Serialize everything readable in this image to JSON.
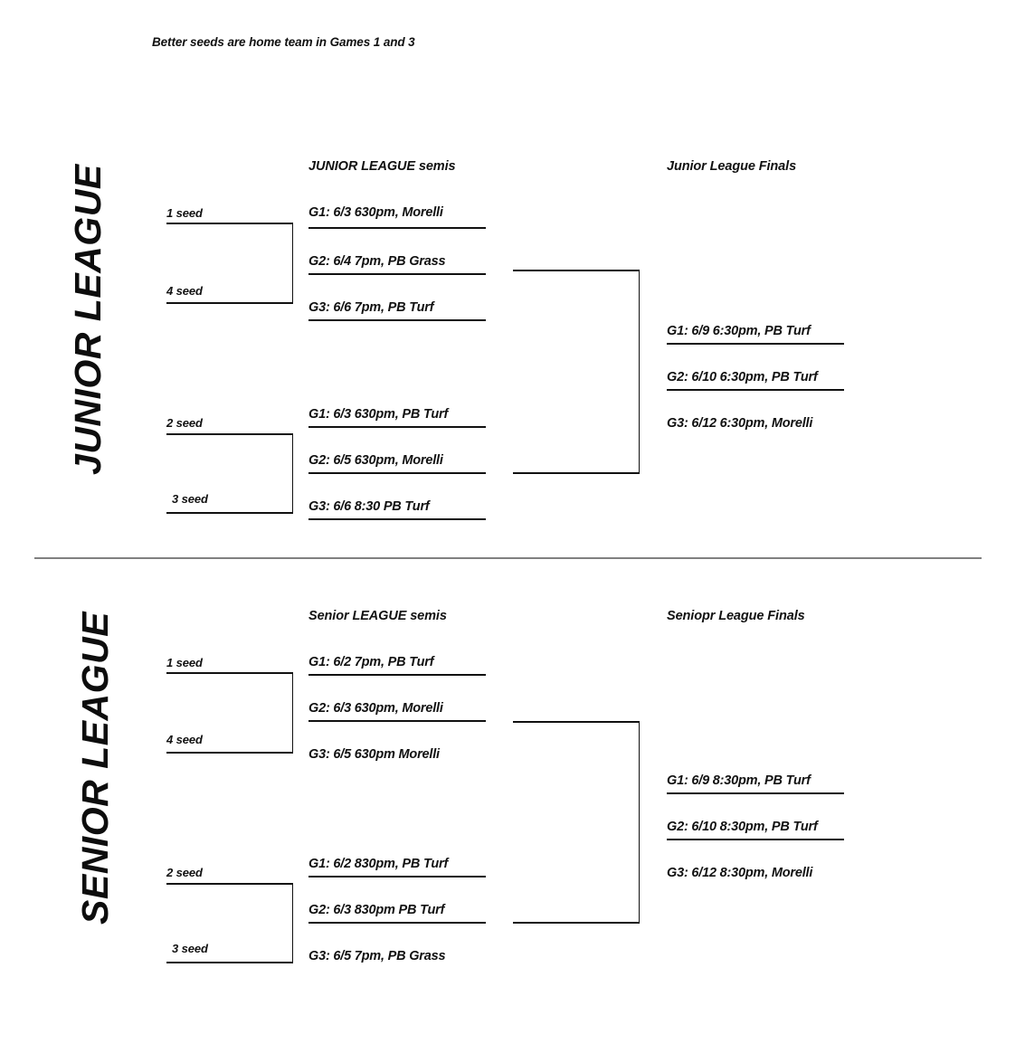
{
  "note": "Better seeds are home team in Games 1 and 3",
  "sections": [
    {
      "league_name": "JUNIOR LEAGUE",
      "semis_header": "JUNIOR LEAGUE semis",
      "finals_header": "Junior League Finals",
      "brackets": [
        {
          "top_seed": "1 seed",
          "bottom_seed": "4 seed"
        },
        {
          "top_seed": "2 seed",
          "bottom_seed": "3 seed"
        }
      ],
      "semis": [
        {
          "games": [
            "G1: 6/3 630pm, Morelli",
            "G2: 6/4 7pm, PB Grass",
            "G3: 6/6 7pm, PB Turf"
          ]
        },
        {
          "games": [
            "G1: 6/3 630pm, PB Turf",
            "G2: 6/5 630pm, Morelli",
            "G3: 6/6 8:30 PB Turf"
          ]
        }
      ],
      "finals": [
        "G1: 6/9 6:30pm, PB Turf",
        "G2: 6/10 6:30pm, PB Turf",
        "G3: 6/12 6:30pm, Morelli"
      ]
    },
    {
      "league_name": "SENIOR LEAGUE",
      "semis_header": "Senior LEAGUE semis",
      "finals_header": "Seniopr League Finals",
      "brackets": [
        {
          "top_seed": "1 seed",
          "bottom_seed": "4 seed"
        },
        {
          "top_seed": "2 seed",
          "bottom_seed": "3 seed"
        }
      ],
      "semis": [
        {
          "games": [
            "G1: 6/2 7pm, PB Turf",
            "G2: 6/3 630pm, Morelli",
            "G3: 6/5 630pm Morelli"
          ]
        },
        {
          "games": [
            "G1: 6/2 830pm, PB Turf",
            "G2: 6/3 830pm PB Turf",
            "G3: 6/5 7pm, PB Grass"
          ]
        }
      ],
      "finals": [
        "G1: 6/9 8:30pm, PB Turf",
        "G2: 6/10 8:30pm, PB Turf",
        "G3: 6/12 8:30pm, Morelli"
      ]
    }
  ],
  "colors": {
    "ink": "#111111",
    "divider": "#808080",
    "background": "#ffffff"
  }
}
